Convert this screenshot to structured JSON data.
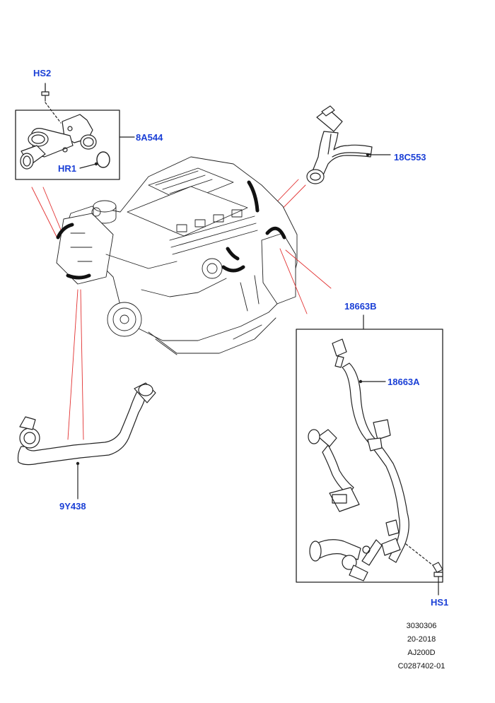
{
  "callouts": {
    "hs2": "HS2",
    "a8a544": "8A544",
    "hr1": "HR1",
    "c18553": "18C553",
    "b18663": "18663B",
    "a18663": "18663A",
    "y9438": "9Y438",
    "hs1": "HS1"
  },
  "reference": {
    "line1": "3030306",
    "line2": "20-2018",
    "line3": "AJ200D",
    "line4": "C0287402-01"
  },
  "colors": {
    "callout_text": "#1a3fd6",
    "leader_red": "#e23030",
    "line_art": "#222222"
  }
}
